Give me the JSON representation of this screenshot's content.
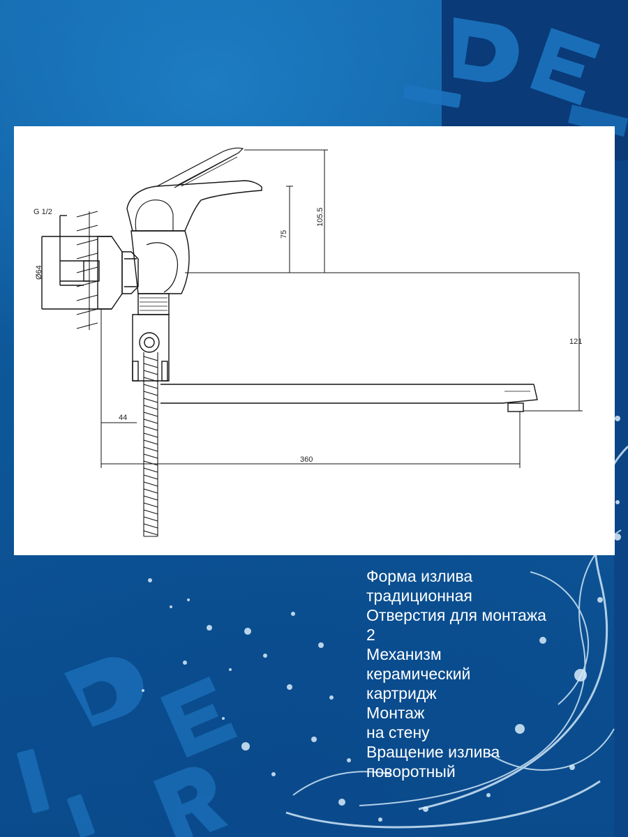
{
  "drawing": {
    "dimensions": {
      "thread": "G 1/2",
      "diameter": "Ø64",
      "height_upper": "105.5",
      "height_lever": "75",
      "height_spout": "121",
      "wall_offset": "44",
      "spout_length": "360"
    }
  },
  "specs": [
    {
      "label": "Форма излива",
      "value": "традиционная"
    },
    {
      "label": "Отверстия для монтажа",
      "value": "2"
    },
    {
      "label": "Механизм",
      "value": "керамический картридж"
    },
    {
      "label": "Монтаж",
      "value": "на стену"
    },
    {
      "label": "Вращение излива",
      "value": "поворотный"
    }
  ],
  "colors": {
    "background": "#0d5799",
    "panel": "#0a3a78",
    "card": "#ffffff",
    "text": "#ffffff"
  }
}
